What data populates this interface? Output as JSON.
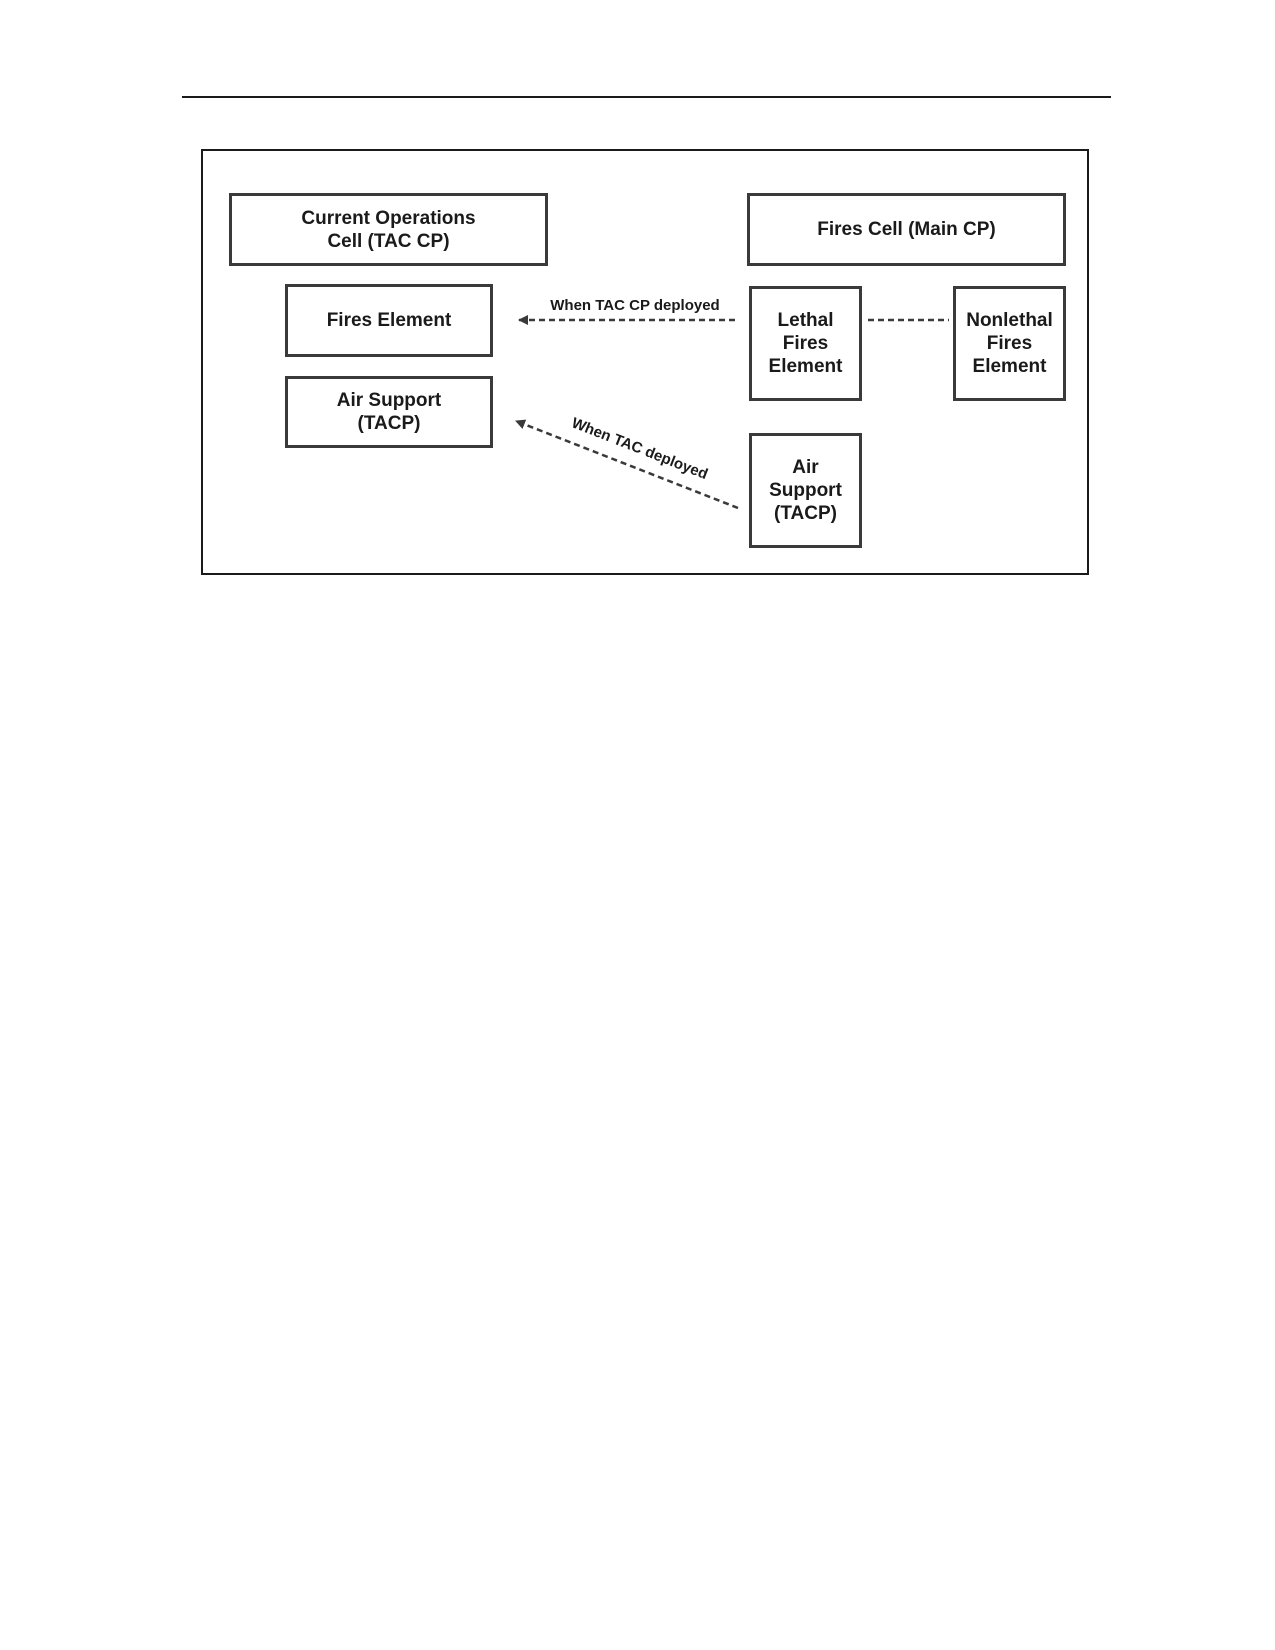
{
  "nodes": {
    "current_ops": "Current Operations\nCell (TAC CP)",
    "fires_element": "Fires Element",
    "air_support_left": "Air Support\n(TACP)",
    "fires_cell": "Fires Cell (Main CP)",
    "lethal": "Lethal\nFires\nElement",
    "nonlethal": "Nonlethal\nFires\nElement",
    "air_support_right": "Air\nSupport\n(TACP)"
  },
  "edges": {
    "tac_cp_label": "When TAC CP deployed",
    "tac_label": "When TAC deployed"
  },
  "colors": {
    "line": "#3a3a3a",
    "text": "#1a1a1a"
  }
}
